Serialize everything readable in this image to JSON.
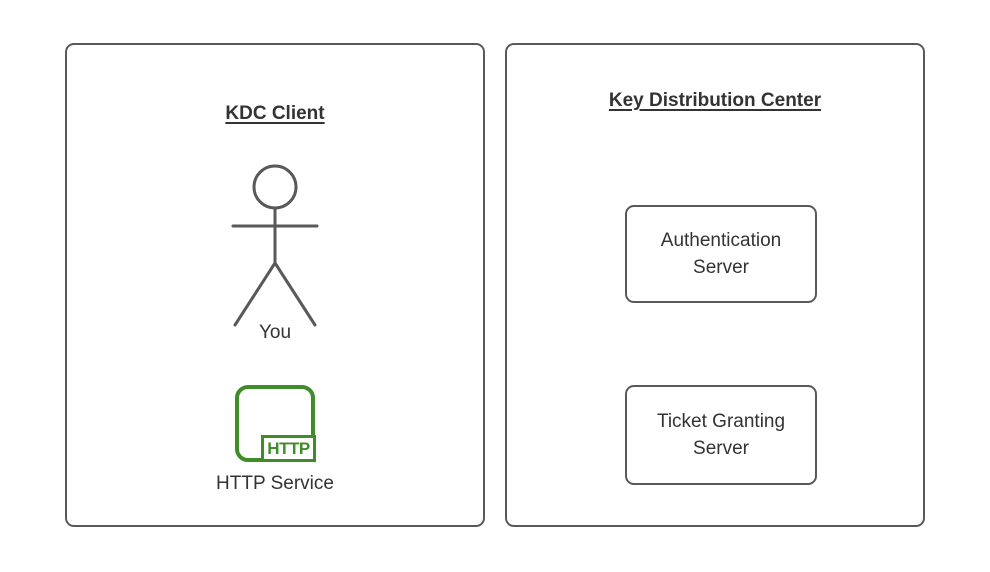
{
  "diagram": {
    "client_panel": {
      "title": "KDC Client",
      "actor_label": "You",
      "service_label": "HTTP Service",
      "service_badge": "HTTP"
    },
    "kdc_panel": {
      "title": "Key Distribution Center",
      "nodes": [
        {
          "label": "Authentication Server"
        },
        {
          "label": "Ticket Granting Server"
        }
      ]
    },
    "icons": {
      "actor": "person-icon",
      "service": "http-service-icon"
    },
    "colors": {
      "stroke": "#595959",
      "text": "#333333",
      "accent_green": "#3f8c28",
      "background": "#ffffff"
    }
  }
}
